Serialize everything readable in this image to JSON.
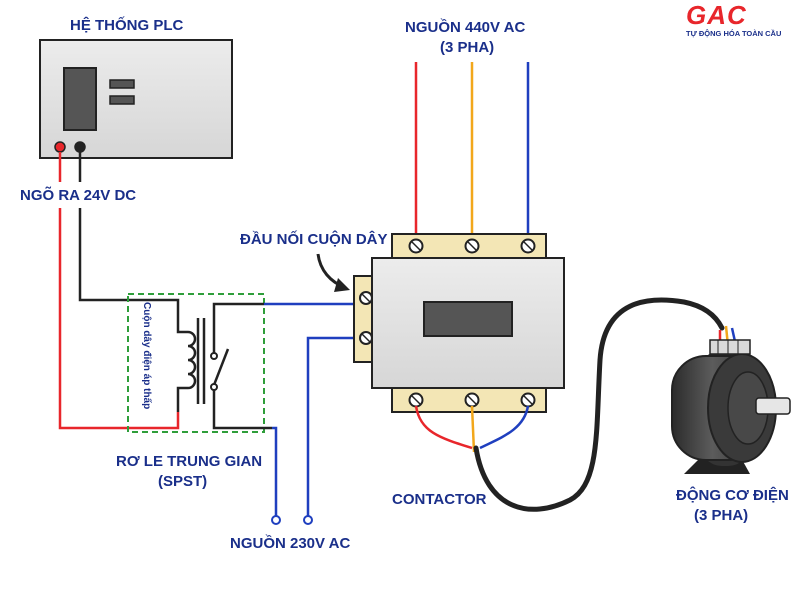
{
  "logo": {
    "mark": "GAC",
    "tagline": "TỰ ĐỘNG HÓA TOÀN CẦU"
  },
  "labels": {
    "plc_title": "HỆ THỐNG PLC",
    "plc_output": "NGÕ RA 24V DC",
    "source_440_line1": "NGUỒN 440V AC",
    "source_440_line2": "(3 PHA)",
    "coil_terminal": "ĐẦU NỐI CUỘN DÂY",
    "relay_line1": "RƠ LE TRUNG GIAN",
    "relay_line2": "(SPST)",
    "relay_coil_text": "Cuộn dây điện áp thấp",
    "source_230": "NGUỒN 230V AC",
    "contactor": "CONTACTOR",
    "motor_line1": "ĐỘNG CƠ ĐIỆN",
    "motor_line2": "(3 PHA)"
  },
  "colors": {
    "label_blue": "#1a2f8a",
    "logo_red": "#e8262b",
    "wire_red": "#e8262b",
    "wire_yellow": "#f2a71b",
    "wire_blue": "#1f3fbf",
    "wire_black": "#222222",
    "relay_dash_green": "#2e9e3a",
    "terminal_block": "#f3e6b5",
    "body_gray": "#e2e2e2"
  }
}
